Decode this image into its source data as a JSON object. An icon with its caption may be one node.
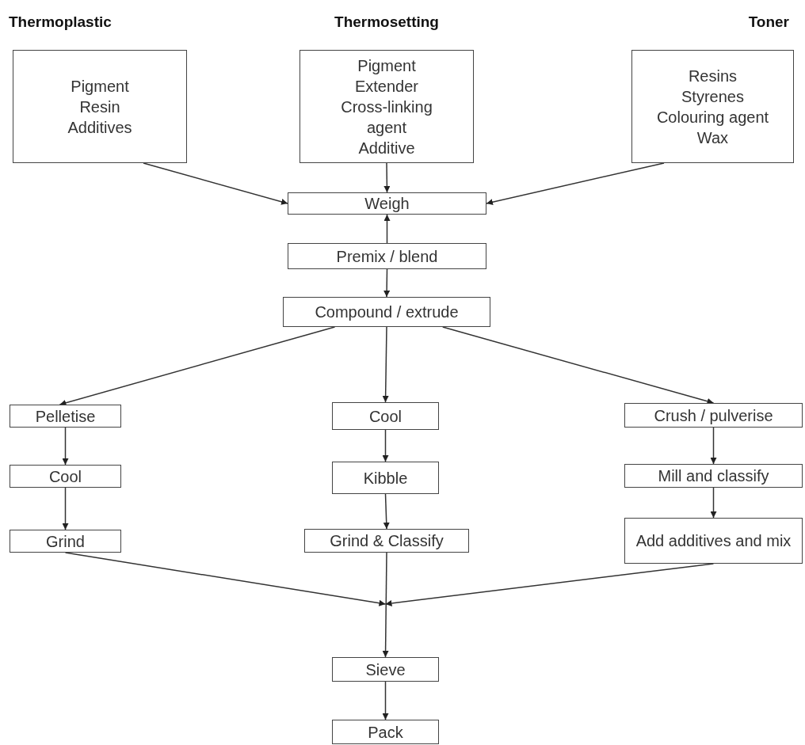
{
  "diagram": {
    "nodes": [
      {
        "text": [
          "Thermoplastic",
          "Pigment",
          "Resin",
          "Additives"
        ]
      },
      {
        "text": [
          "Thermosetting",
          "Pigment",
          "Extender",
          "Cross-linking agent",
          "Additive"
        ]
      },
      {
        "text": [
          "Toner",
          "Resins",
          "Styrenes",
          "Colouring agent",
          "Wax"
        ]
      },
      {
        "text": [
          "Weigh"
        ]
      },
      {
        "text": [
          "Premix / blend"
        ]
      },
      {
        "text": [
          "Compound / extrude"
        ]
      },
      {
        "text": [
          "Pelletise"
        ]
      },
      {
        "text": [
          "Cool"
        ]
      },
      {
        "text": [
          "Grind"
        ]
      },
      {
        "text": [
          "Cool"
        ]
      },
      {
        "text": [
          "Kibble"
        ]
      },
      {
        "text": [
          "Grind & Classify"
        ]
      },
      {
        "text": [
          "Crush / pulverise"
        ]
      },
      {
        "text": [
          "Mill and classify"
        ]
      },
      {
        "text": [
          "Add additives and mix"
        ]
      },
      {
        "text": [
          "Sieve"
        ]
      },
      {
        "text": [
          "Pack"
        ]
      }
    ],
    "edges": [
      {
        "from": 0,
        "to": 3,
        "arrow": "to"
      },
      {
        "from": 1,
        "to": 3,
        "arrow": "to"
      },
      {
        "from": 2,
        "to": 3,
        "arrow": "to"
      },
      {
        "from": 4,
        "to": 3,
        "arrow": "to"
      },
      {
        "from": 4,
        "to": 5,
        "arrow": "to"
      },
      {
        "from": 5,
        "to": 6,
        "arrow": "to"
      },
      {
        "from": 5,
        "to": 9,
        "arrow": "to"
      },
      {
        "from": 5,
        "to": 12,
        "arrow": "to"
      },
      {
        "from": 6,
        "to": 7,
        "arrow": "to"
      },
      {
        "from": 7,
        "to": 8,
        "arrow": "to"
      },
      {
        "from": 9,
        "to": 10,
        "arrow": "to"
      },
      {
        "from": 10,
        "to": 11,
        "arrow": "to"
      },
      {
        "from": 12,
        "to": 13,
        "arrow": "to"
      },
      {
        "from": 13,
        "to": 14,
        "arrow": "to"
      },
      {
        "from": 8,
        "to": 15,
        "arrow": "to"
      },
      {
        "from": 11,
        "to": 15,
        "arrow": "to"
      },
      {
        "from": 14,
        "to": 15,
        "arrow": "to"
      },
      {
        "from": 15,
        "to": 16,
        "arrow": "to"
      }
    ]
  }
}
